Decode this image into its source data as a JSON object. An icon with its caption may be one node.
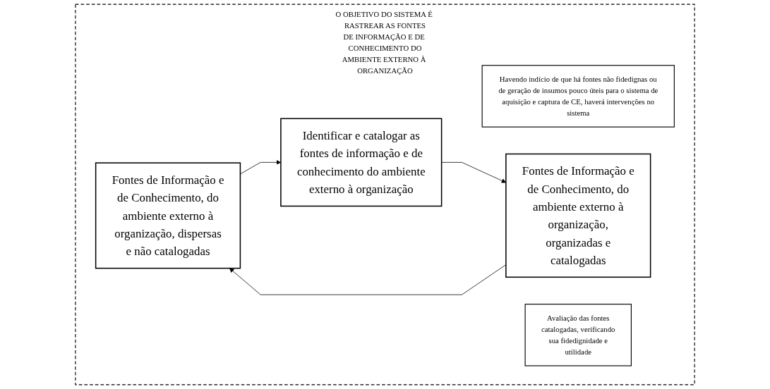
{
  "diagram": {
    "nodes": [
      {
        "text": [
          "O OBJETIVO DO SISTEMA É RASTREAR AS FONTES DE INFORMAÇÃO E DE CONHECIMENTO DO AMBIENTE EXTERNO À ORGANIZAÇÃO"
        ]
      },
      {
        "text": [
          "Fontes de Informação e de Conhecimento, do ambiente externo à organização, dispersas e não catalogadas"
        ],
        "in": 0
      },
      {
        "text": [
          "Identificar e catalogar as fontes de informação e de conhecimento do ambiente externo à organização"
        ],
        "in": 0
      },
      {
        "text": [
          "Fontes de Informação e de Conhecimento, do ambiente externo à organização, organizadas e catalogadas"
        ],
        "in": 0
      },
      {
        "text": [
          "Havendo indício de que há fontes não fidedignas ou de geração de insumos pouco úteis para o sistema de aquisição e captura de CE,  haverá intervenções no sistema"
        ],
        "in": 0
      },
      {
        "text": [
          "Avaliação das fontes catalogadas, verificando sua fidedignidade e utilidade"
        ],
        "in": 0
      }
    ],
    "edges": [
      {
        "from": 1,
        "to": 2,
        "arrow": "to"
      },
      {
        "from": 2,
        "to": 3,
        "arrow": "to"
      },
      {
        "from": 3,
        "to": 1,
        "arrow": "to"
      }
    ]
  }
}
